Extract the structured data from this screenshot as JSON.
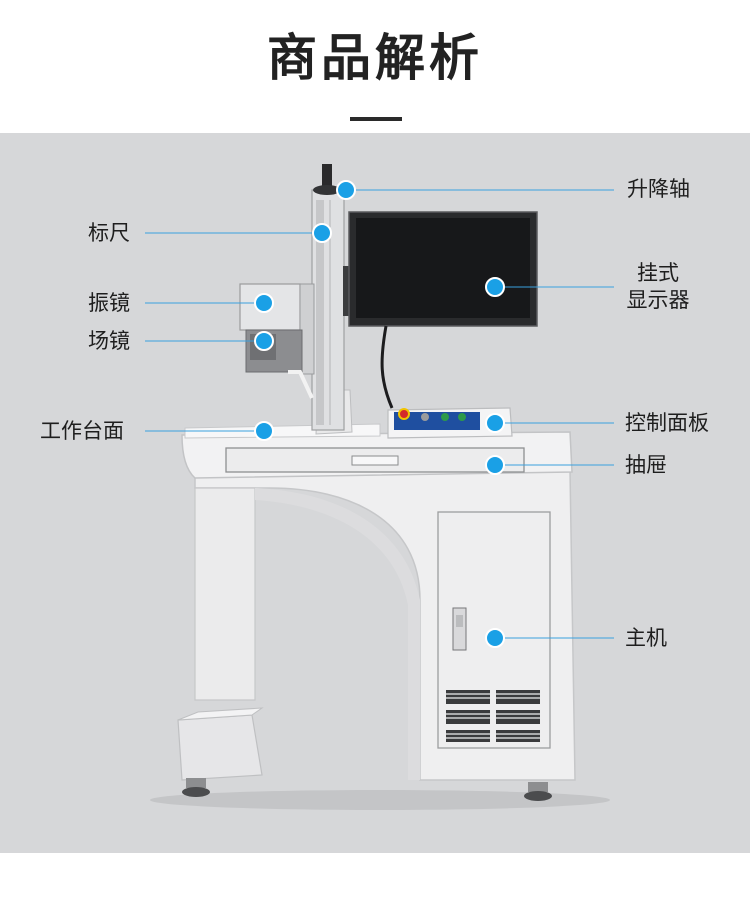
{
  "page_title": "商品解析",
  "colors": {
    "accent_dot": "#1aa0e6",
    "leader_line": "#3aa0de",
    "stage_bg": "#d6d7d9"
  },
  "callouts": {
    "lift_axis": "升降轴",
    "scale_ruler": "标尺",
    "hanging_display_line1": "挂式",
    "hanging_display_line2": "显示器",
    "galvo": "振镜",
    "field_lens": "场镜",
    "worktable": "工作台面",
    "control_panel": "控制面板",
    "drawer": "抽屉",
    "main_unit": "主机"
  }
}
